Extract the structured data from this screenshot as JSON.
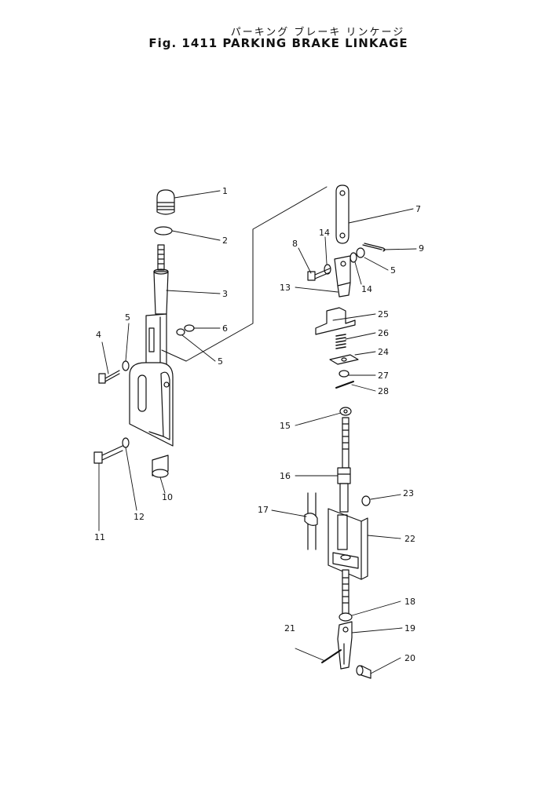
{
  "title_jp": "パーキング ブレーキ リンケージ",
  "title_en": "Fig. 1411  PARKING  BRAKE  LINKAGE",
  "callouts": [
    "1",
    "2",
    "3",
    "4",
    "5",
    "6",
    "5",
    "7",
    "8",
    "14",
    "9",
    "5",
    "14",
    "13",
    "25",
    "26",
    "24",
    "27",
    "28",
    "15",
    "16",
    "23",
    "17",
    "22",
    "18",
    "19",
    "21",
    "20",
    "10",
    "12",
    "11"
  ]
}
